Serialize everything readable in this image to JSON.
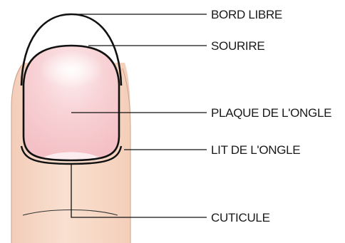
{
  "labels": {
    "free_edge": "BORD LIBRE",
    "smile_line": "SOURIRE",
    "nail_plate": "PLAQUE DE L'ONGLE",
    "nail_bed": "LIT DE L'ONGLE",
    "cuticle": "CUTICULE"
  },
  "colors": {
    "skin": "#f8dccb",
    "skin_shadow": "#efc7b2",
    "nail_plate": "#f6c8cc",
    "nail_highlight": "#fde9ea",
    "lunula": "#fdebee",
    "outline": "#111111"
  }
}
